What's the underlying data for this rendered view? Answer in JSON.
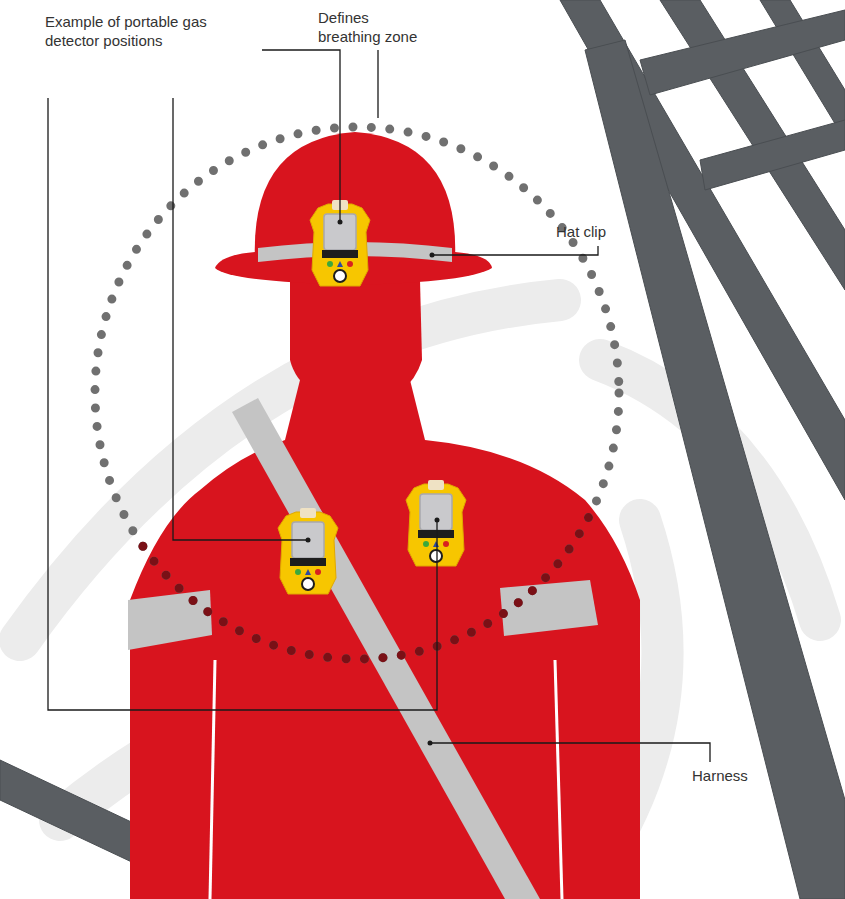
{
  "diagram": {
    "labels": [
      "Defines breathing zone",
      "Example of portable gas detector positions",
      "Hat clip",
      "Harness"
    ]
  }
}
